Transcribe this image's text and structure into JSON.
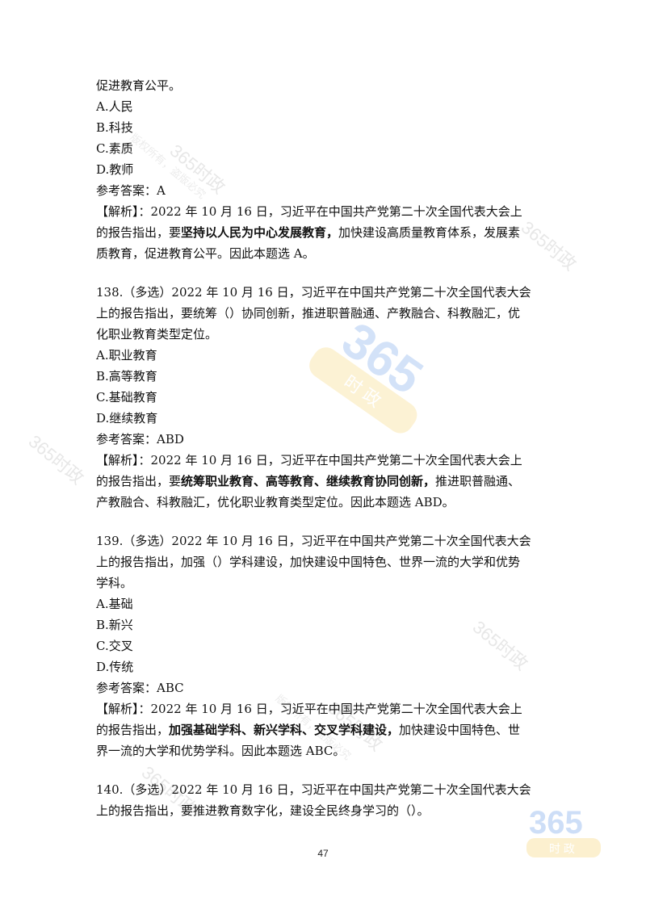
{
  "lines_block1": [
    "促进教育公平。",
    "A.人民",
    "B.科技",
    "C.素质",
    "D.教师",
    "参考答案：A"
  ],
  "analysis1": {
    "l1": "【解析】：2022 年 10 月 16 日，习近平在中国共产党第二十次全国代表大会上",
    "l2_pre": "的报告指出，要",
    "l2_bold": "坚持以人民为中心发展教育，",
    "l2_post": "加快建设高质量教育体系，发展素",
    "l3": "质教育，促进教育公平。因此本题选 A。"
  },
  "q138": {
    "l1": "138.（多选）2022 年 10 月 16 日，习近平在中国共产党第二十次全国代表大会",
    "l2": "上的报告指出，要统筹（）协同创新，推进职普融通、产教融合、科教融汇，优",
    "l3": "化职业教育类型定位。",
    "options": [
      "A.职业教育",
      "B.高等教育",
      "C.基础教育",
      "D.继续教育"
    ],
    "answer": "参考答案：ABD"
  },
  "analysis138": {
    "l1": "【解析】：2022 年 10 月 16 日，习近平在中国共产党第二十次全国代表大会上",
    "l2_pre": "的报告指出，要",
    "l2_bold": "统筹职业教育、高等教育、继续教育协同创新，",
    "l2_post": "推进职普融通、",
    "l3": "产教融合、科教融汇，优化职业教育类型定位。因此本题选 ABD。"
  },
  "q139": {
    "l1": "139.（多选）2022 年 10 月 16 日，习近平在中国共产党第二十次全国代表大会",
    "l2": "上的报告指出，加强（）学科建设，加快建设中国特色、世界一流的大学和优势",
    "l3": "学科。",
    "options": [
      "A.基础",
      "B.新兴",
      "C.交叉",
      "D.传统"
    ],
    "answer": "参考答案：ABC"
  },
  "analysis139": {
    "l1": "【解析】：2022 年 10 月 16 日，习近平在中国共产党第二十次全国代表大会上",
    "l2_pre": "的报告指出，",
    "l2_bold": "加强基础学科、新兴学科、交叉学科建设，",
    "l2_post": "加快建设中国特色、世",
    "l3": "界一流的大学和优势学科。因此本题选 ABC。"
  },
  "q140": {
    "l1": "140.（多选）2022 年 10 月 16 日，习近平在中国共产党第二十次全国代表大会",
    "l2": "上的报告指出，要推进教育数字化，建设全民终身学习的（）。"
  },
  "page_number": "47",
  "watermarks": {
    "brand": "365时政",
    "notice": "版权所有，盗版必究",
    "logo_number": "365",
    "logo_text": "时 政"
  },
  "colors": {
    "logo_blue": "#3d7fe0",
    "logo_yellow": "#f5c542"
  }
}
